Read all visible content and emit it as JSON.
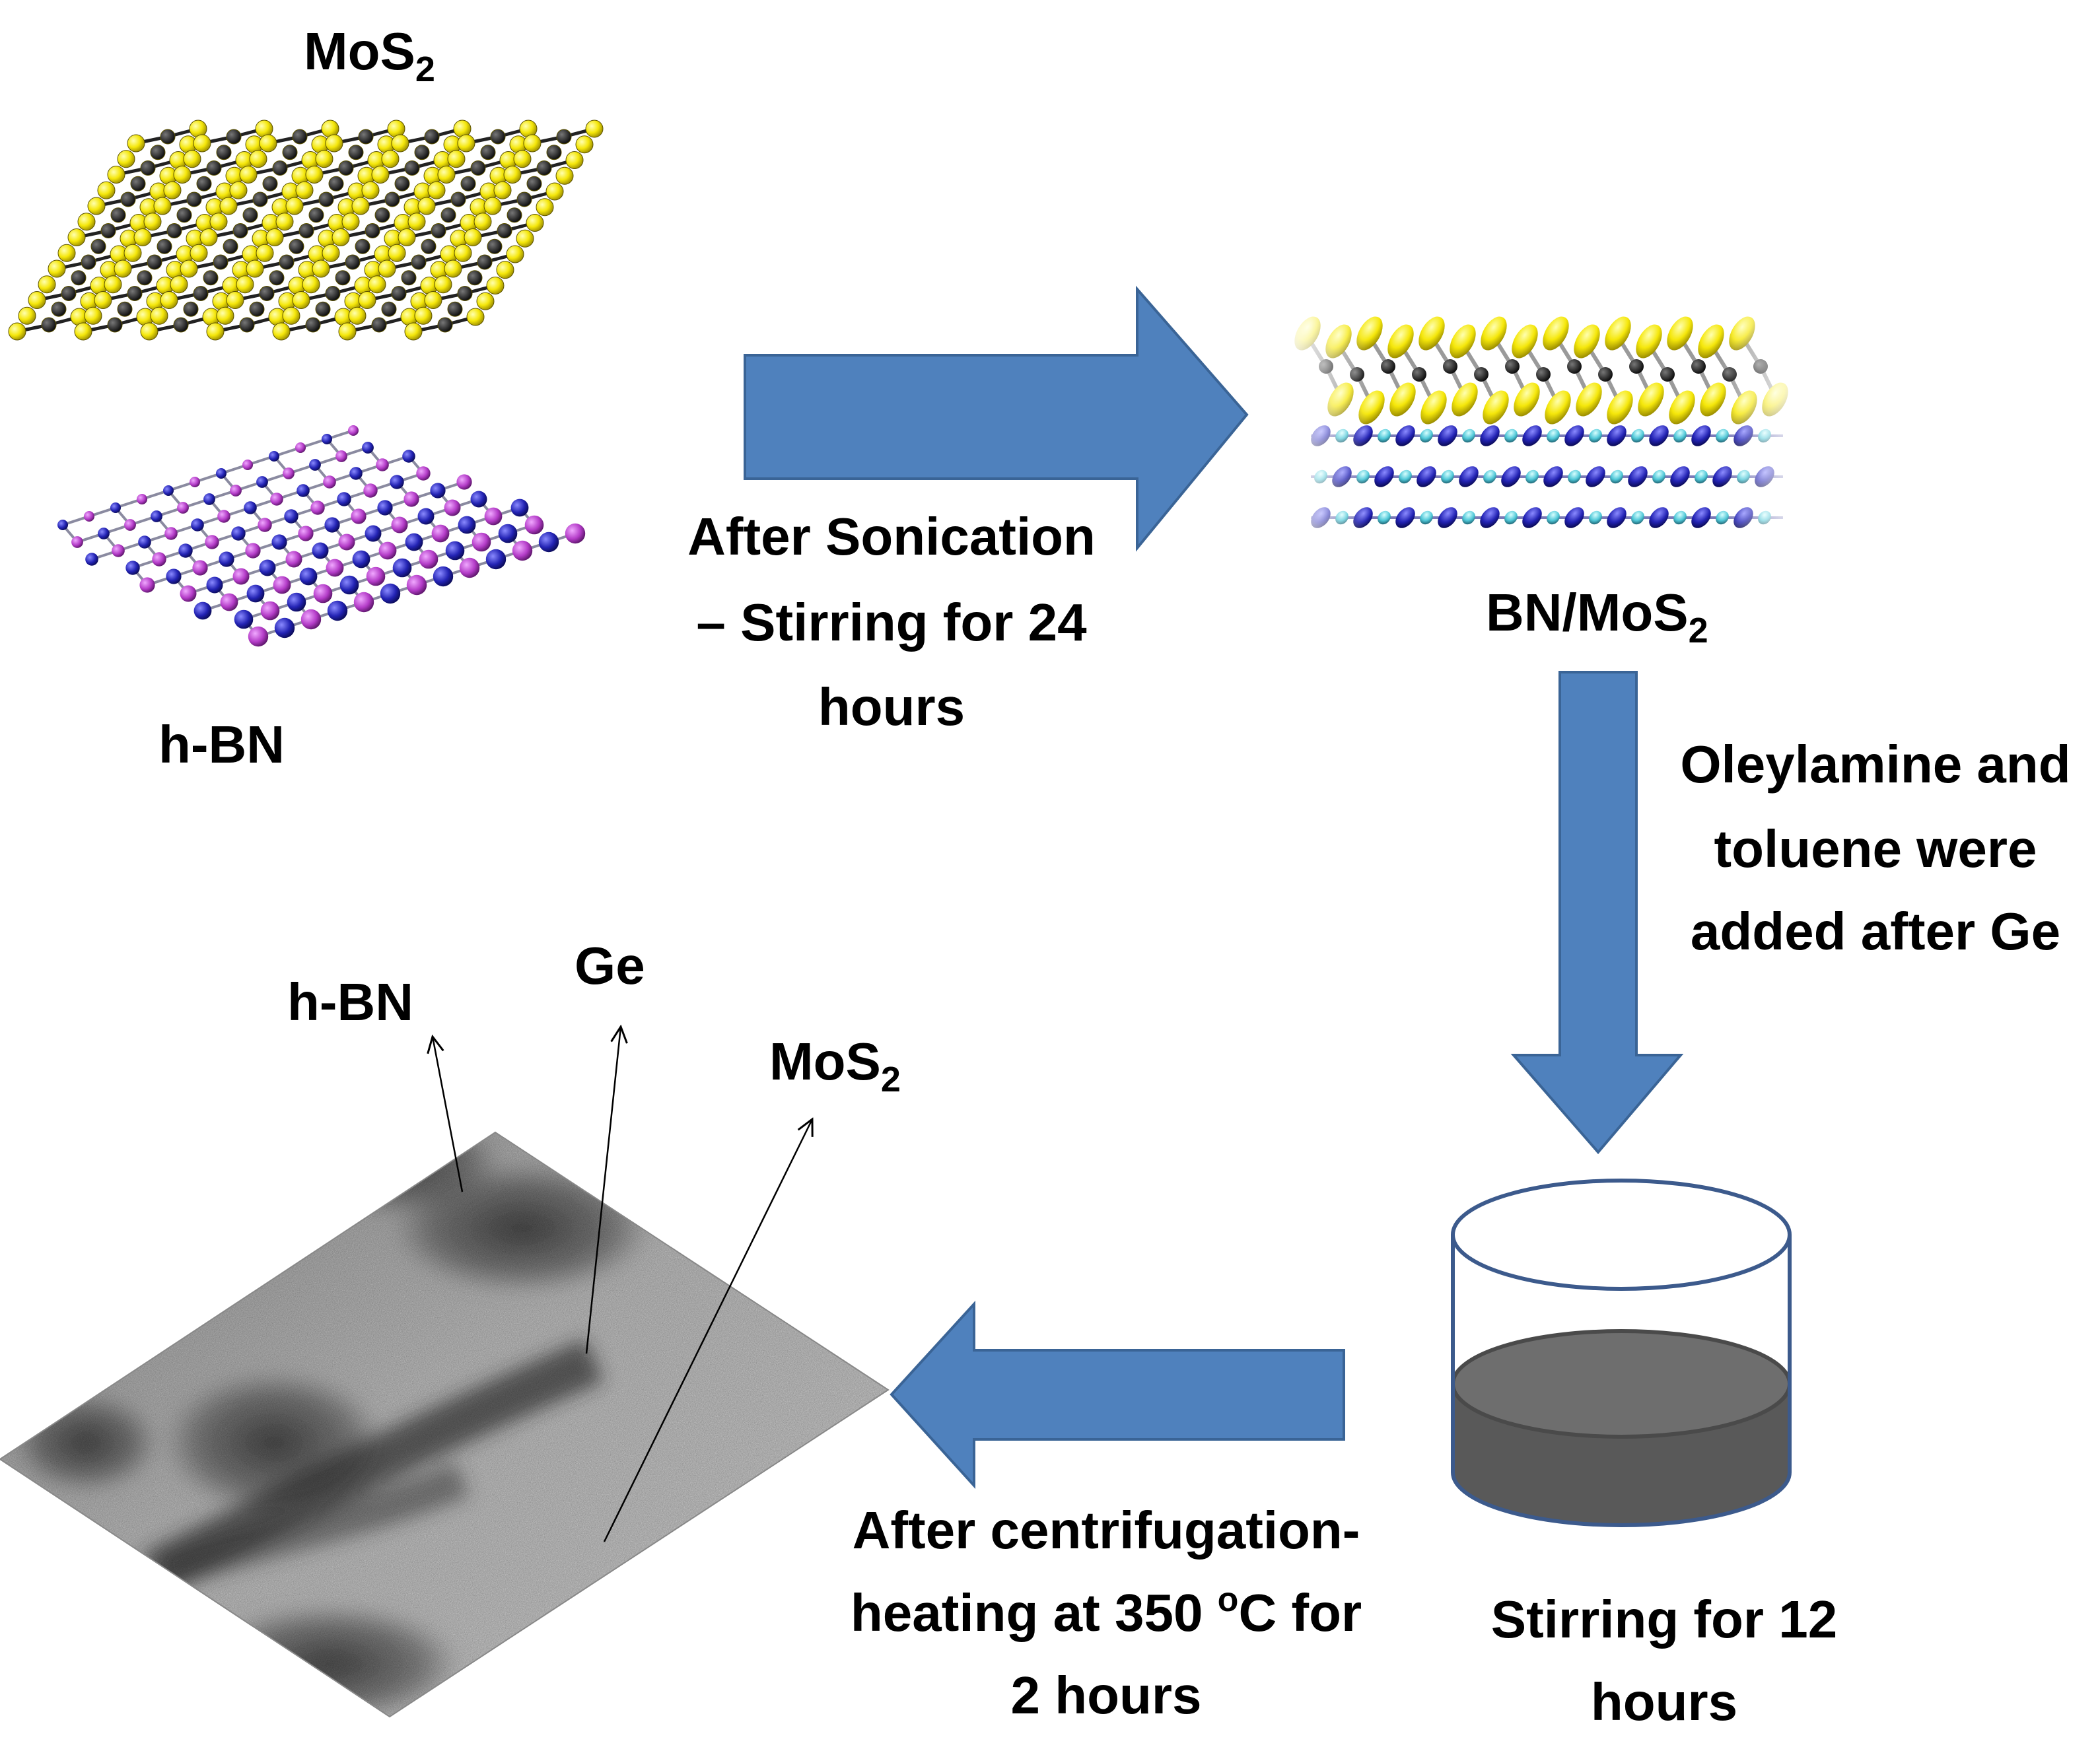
{
  "labels": {
    "mos2_top": {
      "base": "MoS",
      "sub": "2"
    },
    "hbn_top": "h-BN",
    "bnmos2": {
      "base": "BN/MoS",
      "sub": "2"
    },
    "hbn_annot": "h-BN",
    "ge_annot": "Ge",
    "mos2_annot": {
      "base": "MoS",
      "sub": "2"
    }
  },
  "steps": {
    "sonication": [
      "After Sonication",
      "– Stirring for 24",
      "hours"
    ],
    "oleylamine": [
      "Oleylamine and",
      "toluene were",
      "added after Ge"
    ],
    "stirring12": [
      "Stirring for 12",
      "hours"
    ],
    "centrifugation": {
      "line1": "After centrifugation-",
      "line2_pre": "heating at 350 ",
      "line2_sup": "o",
      "line2_post": "C for",
      "line3": "2 hours"
    }
  },
  "colors": {
    "arrow_fill": "#4f81bd",
    "arrow_stroke": "#3a6496",
    "sulfur": "#f5e70a",
    "molybdenum": "#1a1a1a",
    "boron": "#2323b4",
    "nitrogen": "#b43cc8",
    "beaker_outline": "#3c5a8c",
    "liquid": "#595959"
  }
}
